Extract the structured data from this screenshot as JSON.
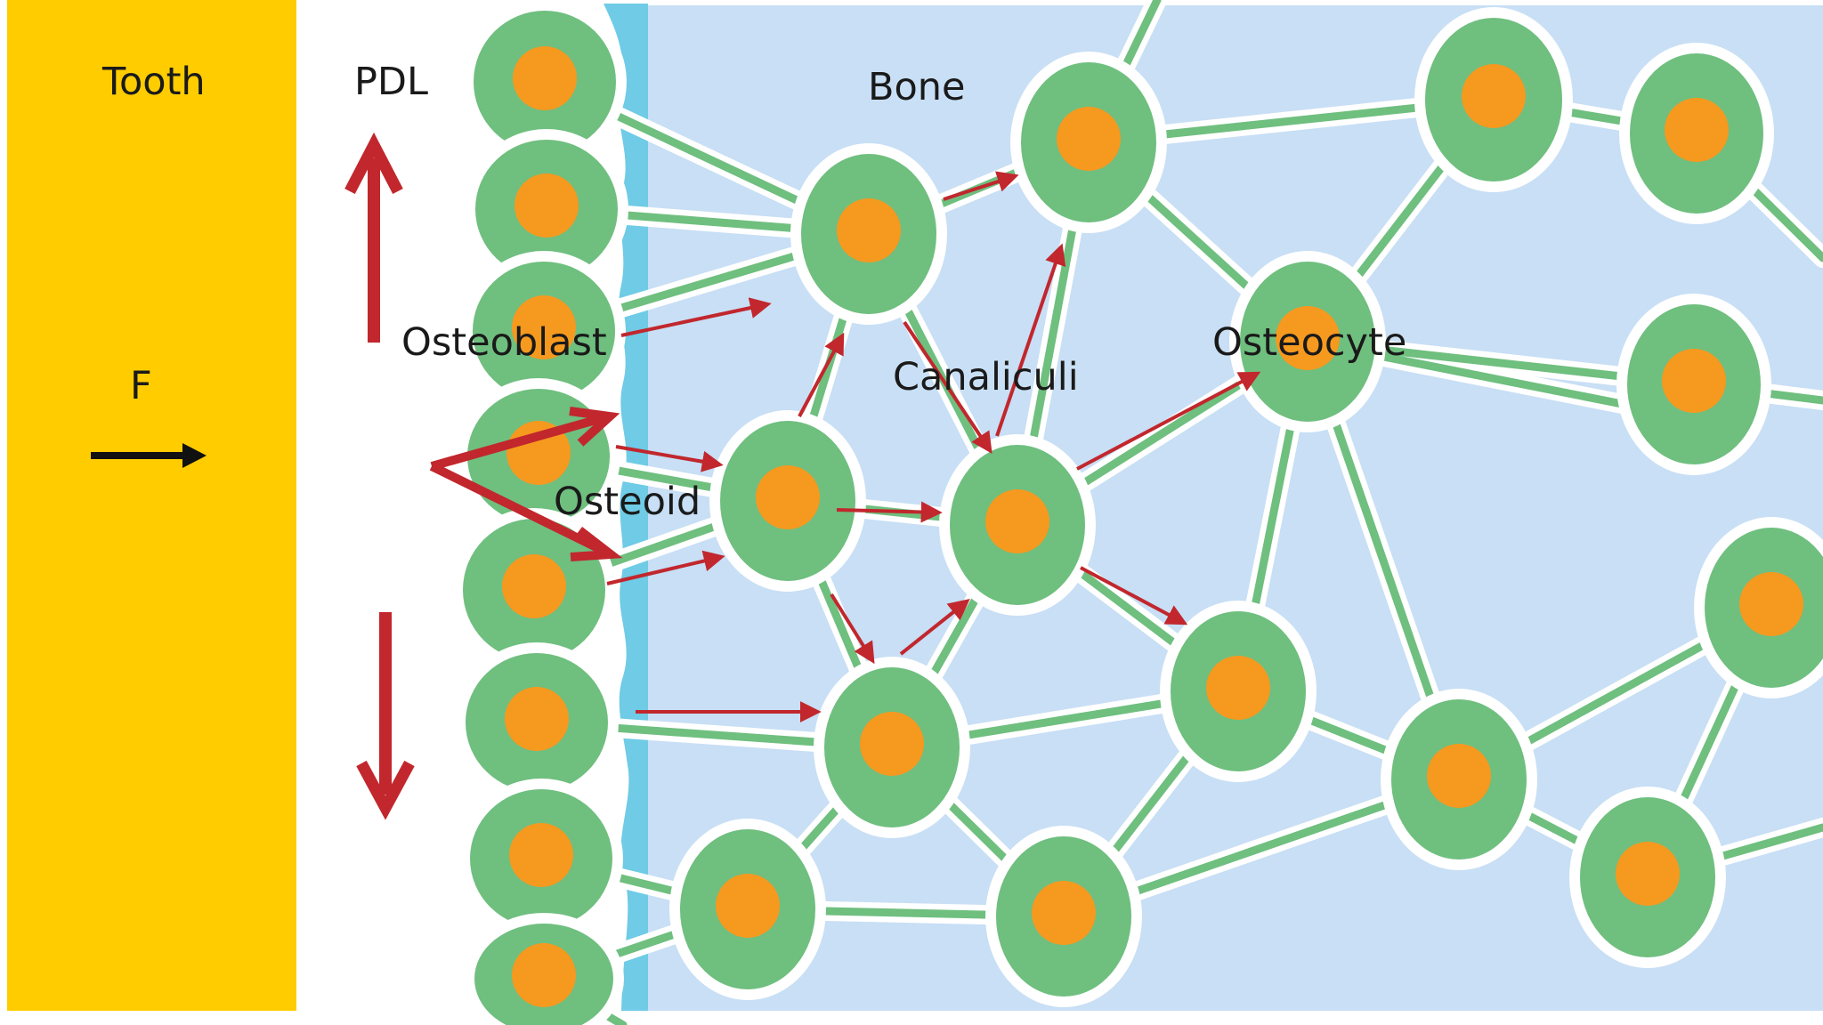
{
  "labels": {
    "tooth": "Tooth",
    "pdl": "PDL",
    "bone": "Bone",
    "force": "F",
    "osteoblast": "Osteoblast",
    "osteoid": "Osteoid",
    "canaliculi": "Canaliculi",
    "osteocyte": "Osteocyte"
  },
  "colors": {
    "tooth": "#ffcc00",
    "pdl": "#ffffff",
    "bone": "#c8dff5",
    "osteoid": "#6fcbe6",
    "cell": "#6fbf7f",
    "nucleus": "#f6991f",
    "halo": "#ffffff",
    "signal_arrow": "#c1272d",
    "force_arrow": "#111111"
  }
}
